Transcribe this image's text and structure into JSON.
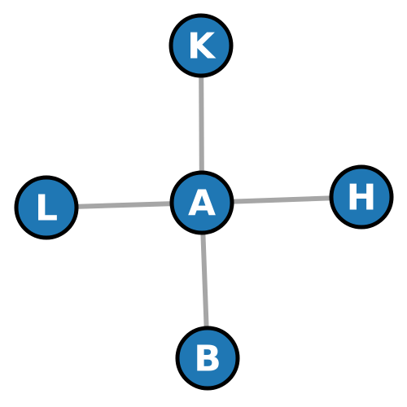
{
  "colors": {
    "node_fill": "#1f77b4",
    "node_stroke": "#000000",
    "edge": "#a6a6a6",
    "label": "#ffffff"
  },
  "graph": {
    "nodes": [
      {
        "id": "K",
        "label": "K"
      },
      {
        "id": "L",
        "label": "L"
      },
      {
        "id": "A",
        "label": "A"
      },
      {
        "id": "H",
        "label": "H"
      },
      {
        "id": "B",
        "label": "B"
      }
    ],
    "edges": [
      {
        "source": "A",
        "target": "K"
      },
      {
        "source": "A",
        "target": "L"
      },
      {
        "source": "A",
        "target": "H"
      },
      {
        "source": "A",
        "target": "B"
      }
    ]
  }
}
